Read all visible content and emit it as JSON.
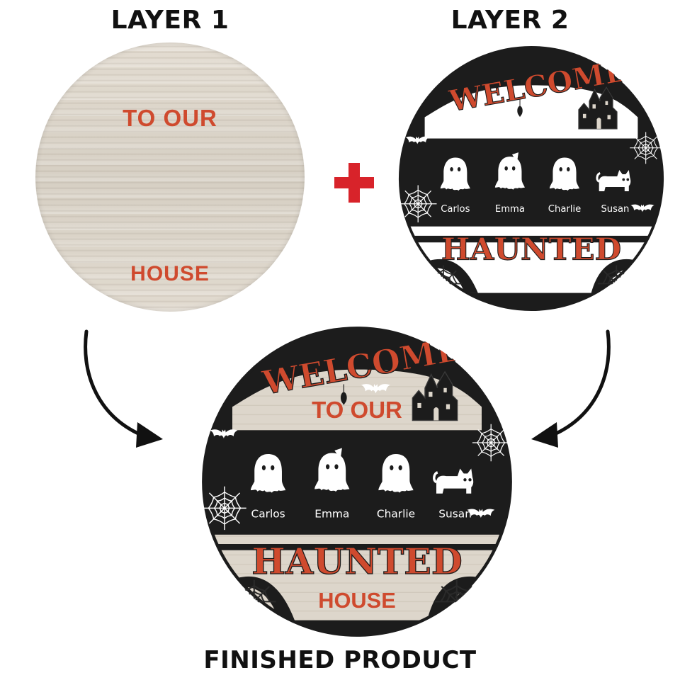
{
  "headings": {
    "layer1": "LAYER 1",
    "layer2": "LAYER 2",
    "finished": "FINISHED PRODUCT"
  },
  "sign": {
    "welcome": "WELCOME",
    "to_our": "TO OUR",
    "haunted": "HAUNTED",
    "house": "HOUSE",
    "names": [
      "Carlos",
      "Emma",
      "Charlie",
      "Susan"
    ]
  },
  "colors": {
    "accent_red": "#cf4a2e",
    "plus_red": "#d8232a",
    "board_black": "#1c1c1c",
    "wood_light": "#ddd6cb"
  },
  "icons": [
    "plus-icon",
    "ghost-icon",
    "cat-icon",
    "bat-icon",
    "spiderweb-icon",
    "haunted-house-icon",
    "curved-arrow-icon"
  ]
}
